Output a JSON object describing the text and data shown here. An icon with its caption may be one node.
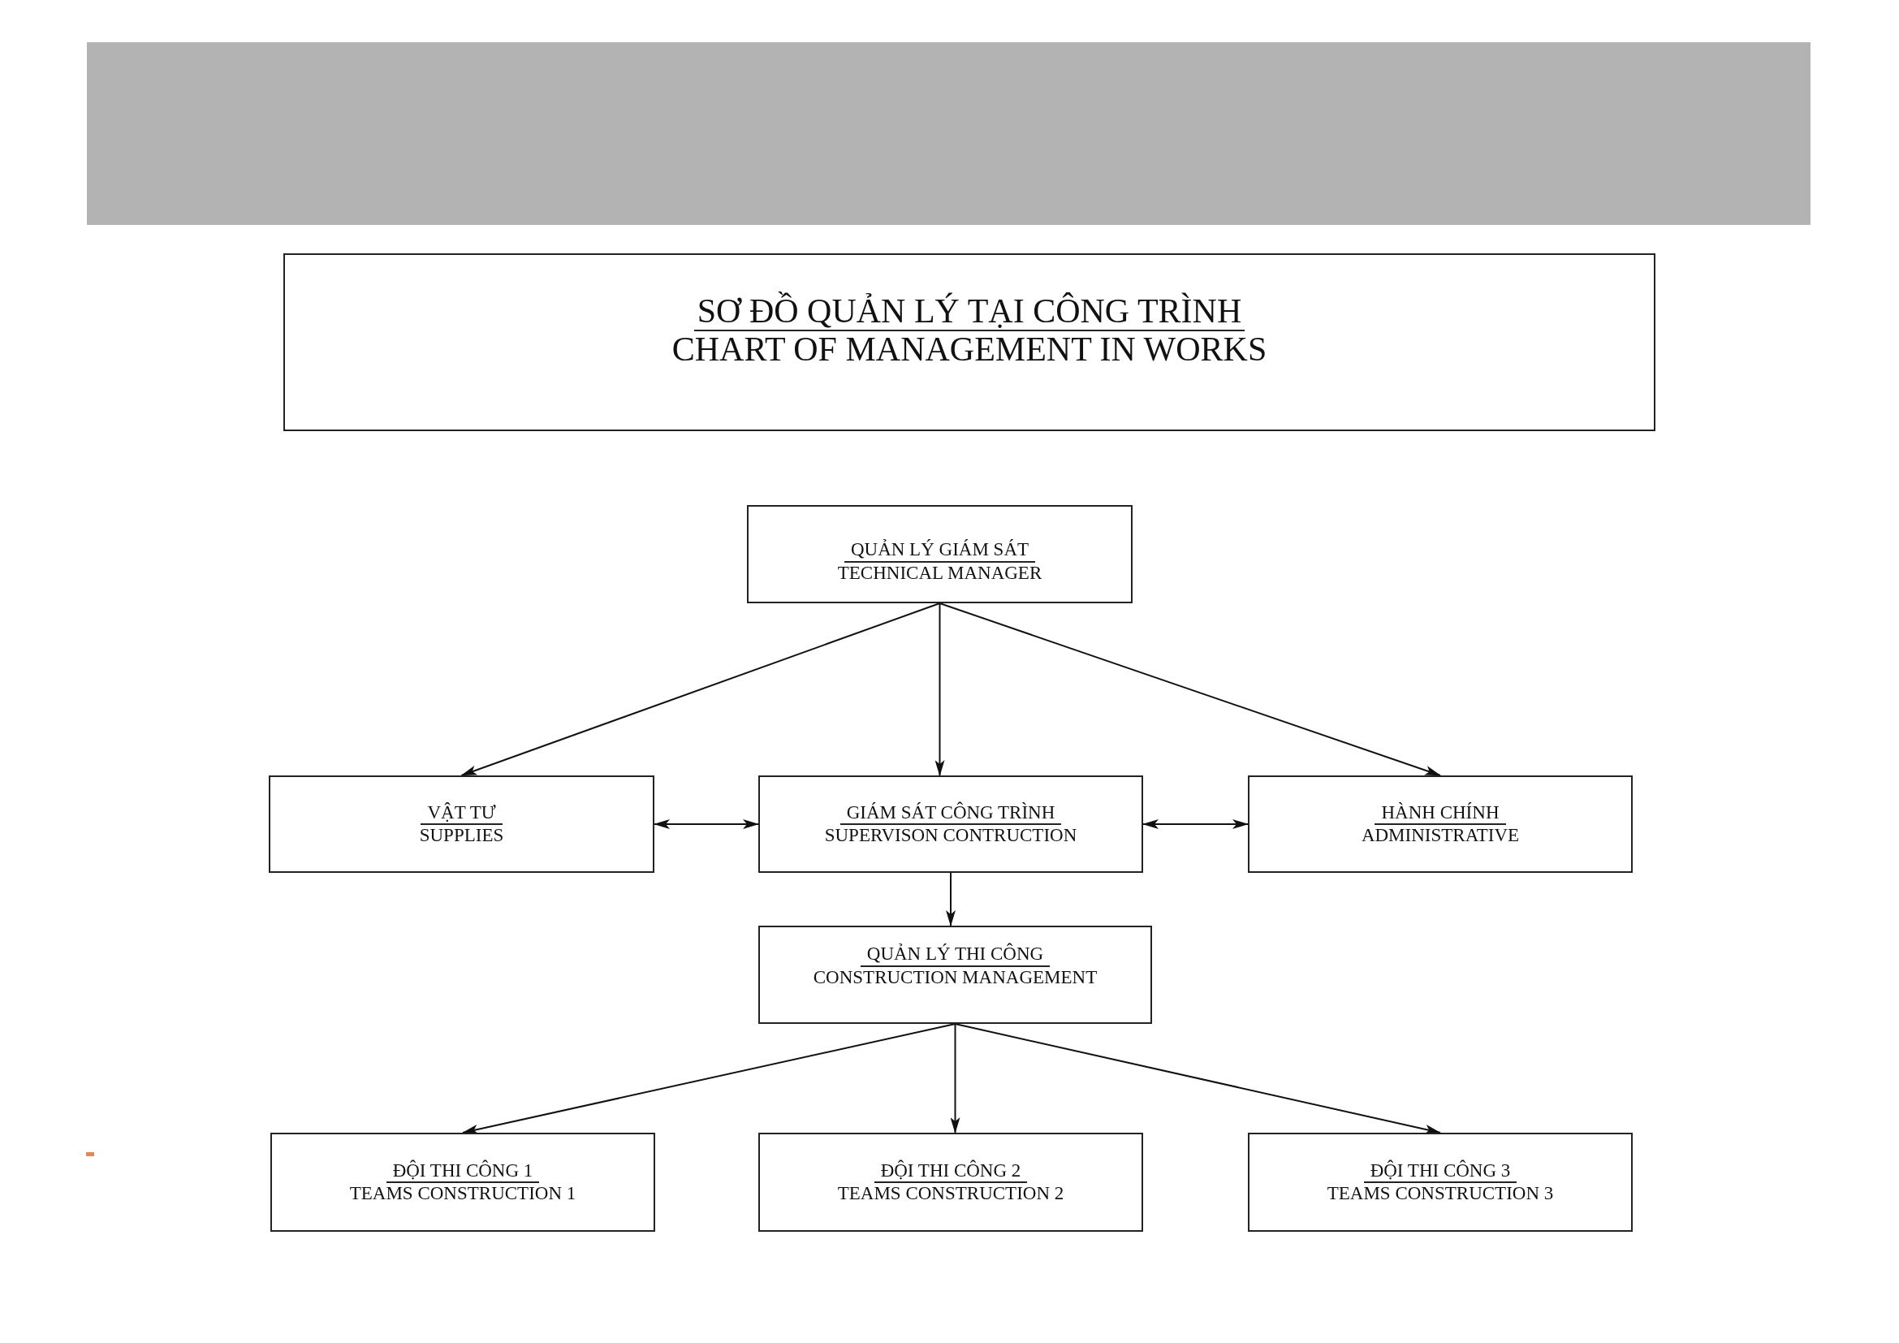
{
  "diagram": {
    "nodes": [
      {
        "text": [
          "SƠ ĐỒ QUẢN LÝ TẠI CÔNG TRÌNH",
          "CHART OF MANAGEMENT IN WORKS"
        ]
      },
      {
        "text": [
          "QUẢN LÝ GIÁM SÁT",
          "TECHNICAL MANAGER"
        ]
      },
      {
        "text": [
          "VẬT TƯ",
          "SUPPLIES"
        ]
      },
      {
        "text": [
          "GIÁM SÁT CÔNG TRÌNH",
          "SUPERVISON CONTRUCTION"
        ]
      },
      {
        "text": [
          "HÀNH CHÍNH",
          "ADMINISTRATIVE"
        ]
      },
      {
        "text": [
          "QUẢN LÝ THI CÔNG",
          "CONSTRUCTION MANAGEMENT"
        ]
      },
      {
        "text": [
          "ĐỘI THI CÔNG 1",
          "TEAMS CONSTRUCTION 1"
        ]
      },
      {
        "text": [
          "ĐỘI THI CÔNG 2",
          "TEAMS CONSTRUCTION 2"
        ]
      },
      {
        "text": [
          "ĐỘI THI CÔNG 3",
          "TEAMS CONSTRUCTION 3"
        ]
      }
    ],
    "edges": [
      {
        "from": 1,
        "to": 2,
        "arrow": "to"
      },
      {
        "from": 1,
        "to": 3,
        "arrow": "to"
      },
      {
        "from": 1,
        "to": 4,
        "arrow": "to"
      },
      {
        "from": 2,
        "to": 3,
        "arrow": "both"
      },
      {
        "from": 3,
        "to": 4,
        "arrow": "both"
      },
      {
        "from": 3,
        "to": 5,
        "arrow": "to"
      },
      {
        "from": 5,
        "to": 6,
        "arrow": "to"
      },
      {
        "from": 5,
        "to": 7,
        "arrow": "to"
      },
      {
        "from": 5,
        "to": 8,
        "arrow": "to"
      }
    ]
  }
}
